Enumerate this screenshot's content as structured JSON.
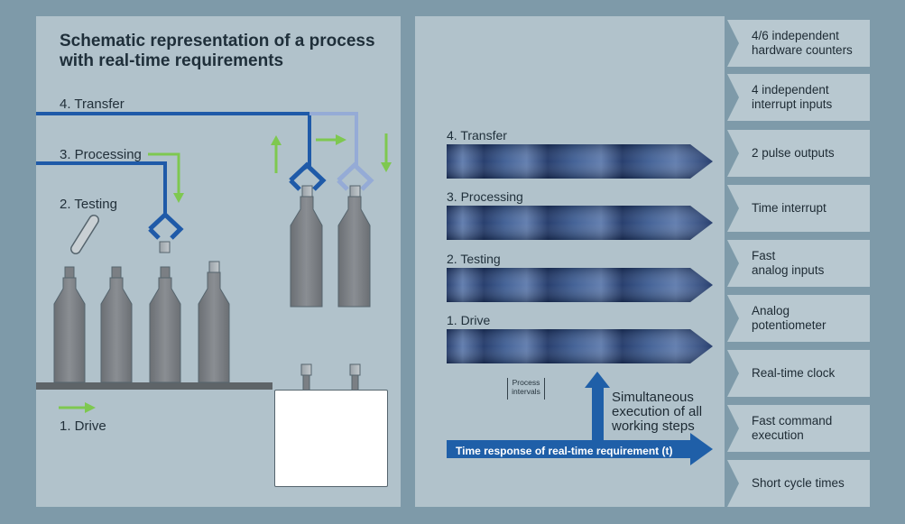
{
  "title": "Schematic representation of a process\nwith real-time requirements",
  "steps": {
    "transfer": "4. Transfer",
    "processing": "3. Processing",
    "testing": "2. Testing",
    "drive": "1. Drive"
  },
  "process_intervals": "Process\nintervals",
  "simultaneous": "Simultaneous\nexecution of all\nworking steps",
  "time_response": "Time response of real-time requirement (t)",
  "features": [
    "4/6 independent\nhardware counters",
    "4 independent\ninterrupt inputs",
    "2 pulse outputs",
    "Time interrupt",
    "Fast\nanalog inputs",
    "Analog\npotentiometer",
    "Real-time clock",
    "Fast command\nexecution",
    "Short cycle times"
  ],
  "colors": {
    "background": "#7e9aa9",
    "panel": "#b1c2cb",
    "line_blue": "#1f5aa8",
    "light_blue": "#95abd6",
    "arrow_green": "#7ec850",
    "bottle_gray": "#7b7f84",
    "dark_navy": "#1d3567",
    "time_arrow": "#1f5fa8"
  }
}
